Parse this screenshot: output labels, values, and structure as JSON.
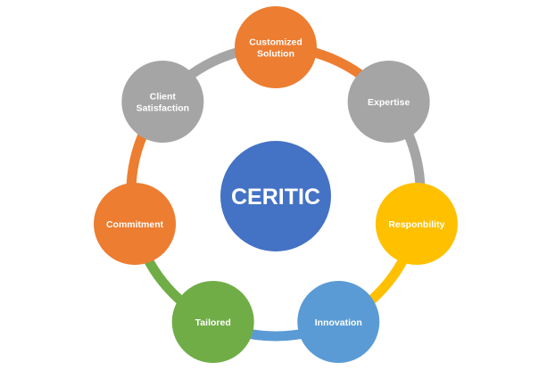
{
  "center": {
    "label": "CERITIC",
    "color": "#4472c4"
  },
  "nodes": [
    {
      "id": "customized-solution",
      "lines": [
        "Customized",
        "Solution"
      ],
      "color": "#ed7d31"
    },
    {
      "id": "expertise",
      "lines": [
        "Expertise"
      ],
      "color": "#a5a5a5"
    },
    {
      "id": "responbility",
      "lines": [
        "Responbility"
      ],
      "color": "#ffc000"
    },
    {
      "id": "innovation",
      "lines": [
        "Innovation"
      ],
      "color": "#5b9bd5"
    },
    {
      "id": "tailored",
      "lines": [
        "Tailored"
      ],
      "color": "#70ad47"
    },
    {
      "id": "commitment",
      "lines": [
        "Commitment"
      ],
      "color": "#ed7d31"
    },
    {
      "id": "client-satisfaction",
      "lines": [
        "Client",
        "Satisfaction"
      ],
      "color": "#a5a5a5"
    }
  ],
  "connectors": [
    {
      "from": "customized-solution",
      "to": "expertise",
      "color": "#ed7d31"
    },
    {
      "from": "expertise",
      "to": "responbility",
      "color": "#a5a5a5"
    },
    {
      "from": "responbility",
      "to": "innovation",
      "color": "#ffc000"
    },
    {
      "from": "innovation",
      "to": "tailored",
      "color": "#5b9bd5"
    },
    {
      "from": "tailored",
      "to": "commitment",
      "color": "#70ad47"
    },
    {
      "from": "commitment",
      "to": "client-satisfaction",
      "color": "#ed7d31"
    },
    {
      "from": "client-satisfaction",
      "to": "customized-solution",
      "color": "#a5a5a5"
    }
  ]
}
